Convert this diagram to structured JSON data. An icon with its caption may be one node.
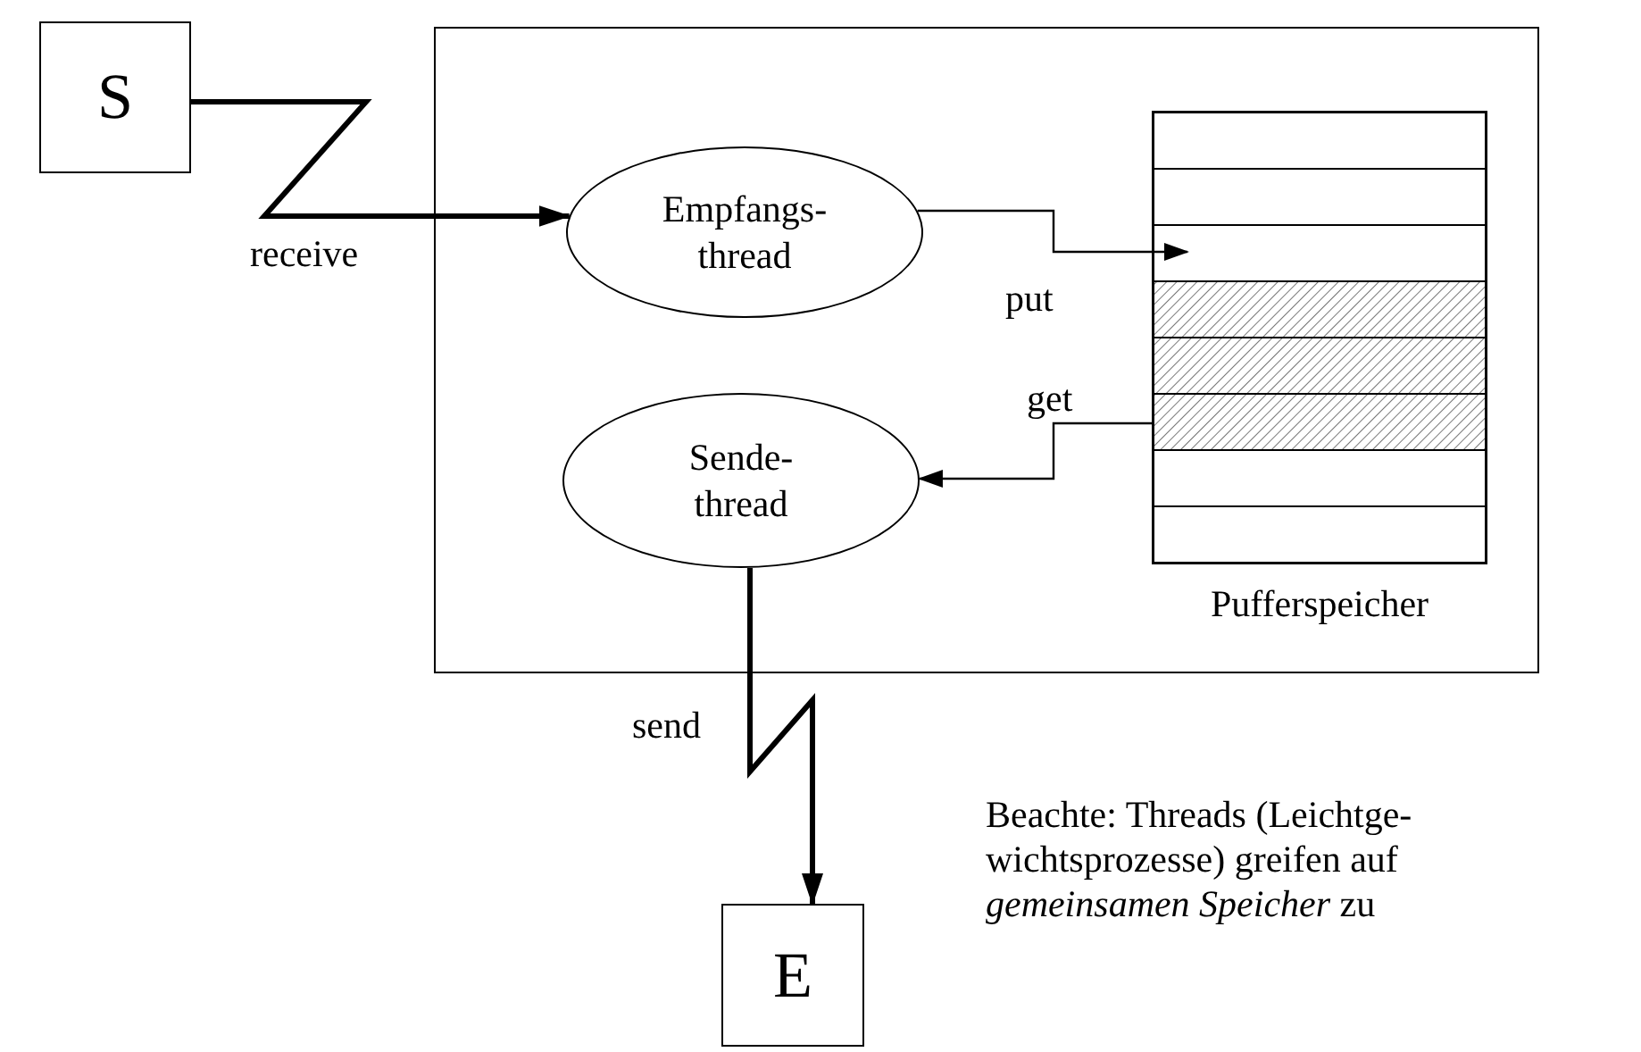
{
  "diagram": {
    "nodes": [
      {
        "text": [
          "S"
        ]
      },
      {
        "text": [],
        "shape": "box"
      },
      {
        "text": [
          "Empfangs- thread"
        ],
        "in": 1
      },
      {
        "text": [
          "Sende- thread"
        ],
        "in": 1
      },
      {
        "text": [],
        "shape": "box",
        "in": 1,
        "beside": [
          "Pufferspeicher"
        ]
      },
      {
        "text": [
          "E"
        ]
      }
    ],
    "edges": [
      {
        "from": 0,
        "to": 2,
        "arrow": "to",
        "label": "receive",
        "style": "thick"
      },
      {
        "from": 2,
        "to": 4,
        "arrow": "to",
        "label": "put"
      },
      {
        "from": 4,
        "to": 3,
        "arrow": "to",
        "label": "get"
      },
      {
        "from": 3,
        "to": 5,
        "arrow": "to",
        "label": "send",
        "style": "thick"
      }
    ],
    "labels": [
      "Beachte: Threads (Leichtge- wichtsprozesse) greifen auf *gemeinsamen Speicher* zu"
    ]
  }
}
